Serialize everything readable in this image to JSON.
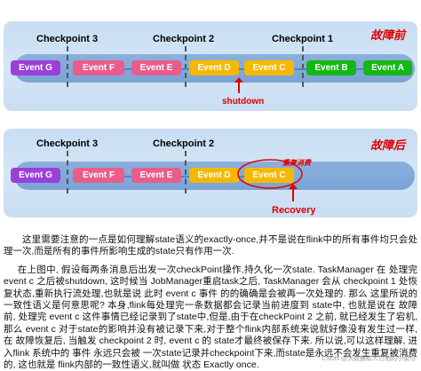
{
  "panel_top": {
    "title": "故障前",
    "checkpoints": [
      "Checkpoint 3",
      "Checkpoint 2",
      "Checkpoint 1"
    ],
    "events": [
      "Event G",
      "Event F",
      "Event E",
      "Event D",
      "Event C",
      "Event B",
      "Event A"
    ],
    "marker_label": "shutdown"
  },
  "panel_bottom": {
    "title": "故障后",
    "checkpoints": [
      "Checkpoint 3",
      "Checkpoint 2"
    ],
    "events": [
      "Event G",
      "Event F",
      "Event E",
      "Event D",
      "Event C"
    ],
    "reconsume_label": "重复消费",
    "marker_label": "Recovery"
  },
  "text": {
    "para1": "这里需要注意的一点是如何理解state语义的exactly-once,并不是说在flink中的所有事件均只会处理一次,而是所有的事件所影响生成的state只有作用一次.",
    "para2": "在上图中, 假设每两条消息后出发一次checkPoint操作,持久化一次state. TaskManager 在 处理完 event c 之后被shutdown, 这时候当 JobManager重启task之后, TaskManager 会从 checkpoint 1 处恢复状态,重新执行流处理,也就是说 此时 event c 事件 的的确确是会被再一次处理的. 那么 这里所说的一致性语义是何意思呢? 本身,flink每处理完一条数据都会记录当前进度到 state中, 也就是说在 故障前, 处理完 event c 这件事情已经记录到了state中,但是,由于在checkPoint 2 之前, 就已经发生了宕机,那么 event c 对于state的影响并没有被记录下来,对于整个flink内部系统来说就好像没有发生过一样, 在 故障恢复后, 当触发 checkpoint 2 时, event c 的 state才最终被保存下来. 所以说,可以这样理解, 进入flink 系统中的 事件 永远只会被 一次state记录并checkpoint下来,而state是永远不会发生重复被消费的, 这也就是 flink内部的一致性语义,就叫做 状态 Exactly once.",
    "watermark": "CSDN @大数据私人订制的小菜鸟"
  },
  "colors": {
    "title_red": "#e00000",
    "purple": "#9b3fd9",
    "pink": "#e85d8c",
    "yellow": "#f5b800",
    "green": "#14b814",
    "stream_blue": "#7aa3d4",
    "panel_bg": "#c9def2"
  }
}
